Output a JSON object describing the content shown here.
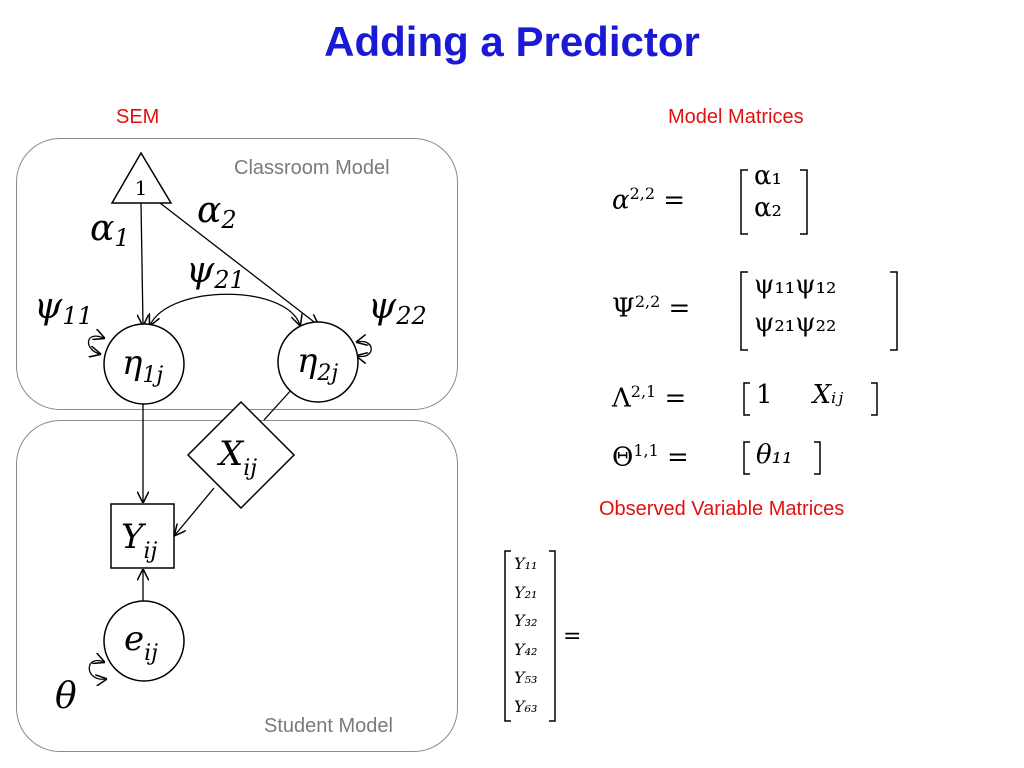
{
  "title": "Adding a Predictor",
  "labels": {
    "sem": "SEM",
    "model_matrices": "Model Matrices",
    "observed_matrices": "Observed Variable Matrices",
    "classroom_model": "Classroom Model",
    "student_model": "Student Model"
  },
  "diagram": {
    "constant": "1",
    "alpha1": {
      "sym": "α",
      "sub": "1"
    },
    "alpha2": {
      "sym": "α",
      "sub": "2"
    },
    "psi11": {
      "sym": "ψ",
      "sub": "11"
    },
    "psi21": {
      "sym": "ψ",
      "sub": "21"
    },
    "psi22": {
      "sym": "ψ",
      "sub": "22"
    },
    "eta1": {
      "sym": "η",
      "sub": "1j"
    },
    "eta2": {
      "sym": "η",
      "sub": "2j"
    },
    "x": {
      "sym": "X",
      "sub": "ij"
    },
    "y": {
      "sym": "Y",
      "sub": "ij"
    },
    "e": {
      "sym": "e",
      "sub": "ij"
    },
    "theta": "θ"
  },
  "matrices": {
    "alpha": {
      "name": "α",
      "dims": "2,2",
      "rows": [
        [
          "α₁"
        ],
        [
          "α₂"
        ]
      ]
    },
    "psi": {
      "name": "Ψ",
      "dims": "2,2",
      "rows": [
        [
          "ψ₁₁ψ₁₂"
        ],
        [
          "ψ₂₁ψ₂₂"
        ]
      ]
    },
    "lambda": {
      "name": "Λ",
      "dims": "2,1",
      "rows": [
        [
          "1",
          "Xᵢⱼ"
        ]
      ]
    },
    "theta": {
      "name": "Θ",
      "dims": "1,1",
      "rows": [
        [
          "θ₁₁"
        ]
      ]
    }
  },
  "observed": {
    "vector": [
      "Y₁₁",
      "Y₂₁",
      "Y₃₂",
      "Y₄₂",
      "Y₅₃",
      "Y₆₃"
    ],
    "equals": "="
  }
}
